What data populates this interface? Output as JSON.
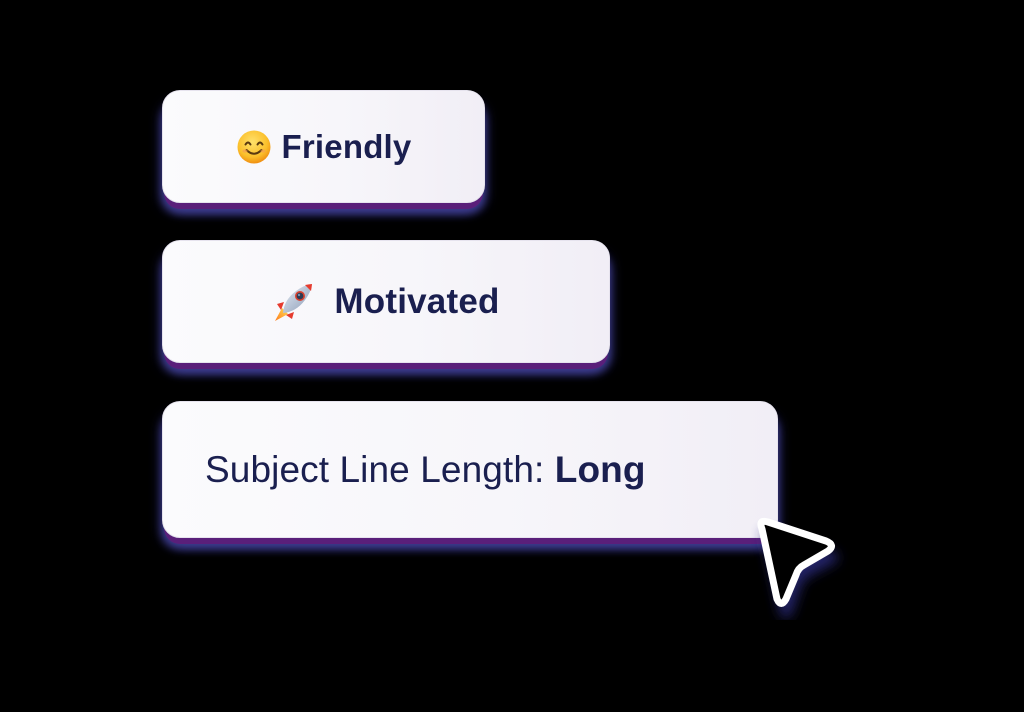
{
  "chips": [
    {
      "id": "friendly",
      "icon": "smiling-face-icon",
      "emoji": "😊",
      "label": "Friendly"
    },
    {
      "id": "motivated",
      "icon": "rocket-icon",
      "emoji": "🚀",
      "label": "Motivated"
    },
    {
      "id": "subject-line-length",
      "label": "Subject Line Length:",
      "value": "Long"
    }
  ],
  "cursor": {
    "icon": "pointer-cursor-icon"
  },
  "colors": {
    "background": "#000000",
    "chip_bg": "#f7f6fa",
    "text": "#1a1f4f",
    "shadow_purple": "#5a1f7a",
    "shadow_blue": "#3d3c8f",
    "cursor_fill": "#000000",
    "cursor_stroke": "#ffffff"
  }
}
